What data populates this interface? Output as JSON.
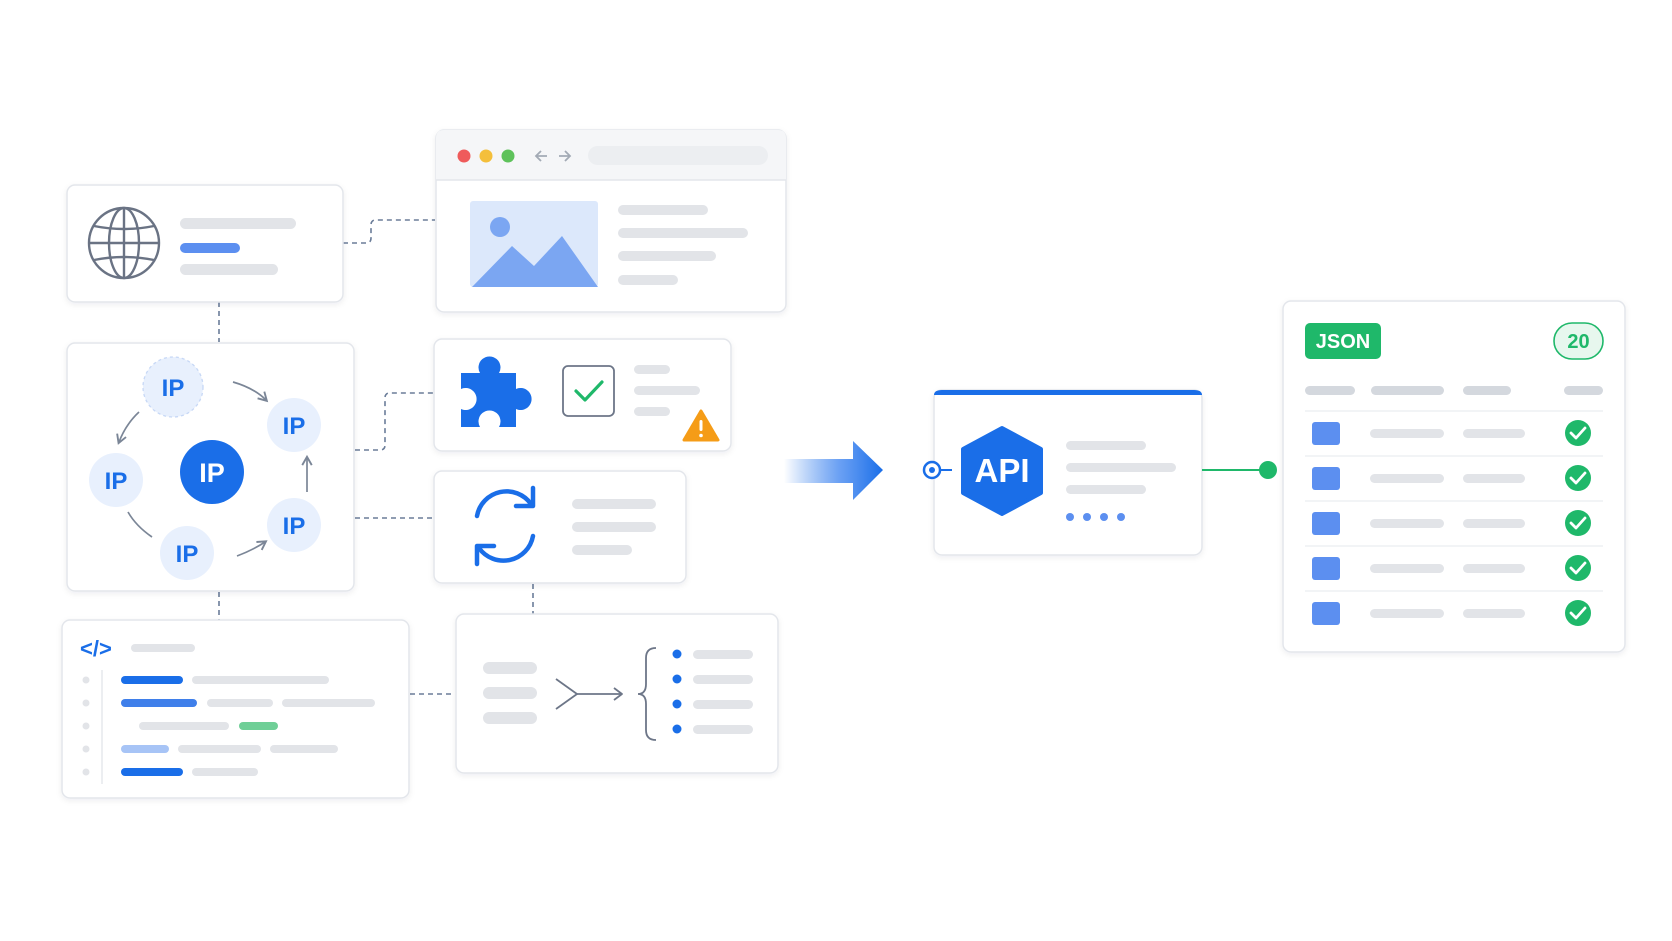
{
  "labels": {
    "ip": "IP",
    "api": "API",
    "json": "JSON",
    "count": "20",
    "code": "</>"
  },
  "colors": {
    "primary_blue": "#1a6ee8",
    "light_blue": "#e8f0fd",
    "green": "#1fb86a",
    "warning_orange": "#f59c17",
    "card_border": "#e3e6eb",
    "placeholder_gray": "#e2e4e8",
    "dash_gray": "#6b7d99"
  },
  "icons": {
    "globe": "globe-icon",
    "image": "image-placeholder-icon",
    "puzzle": "puzzle-piece-icon",
    "checkbox": "checkbox-icon",
    "warning": "warning-icon",
    "refresh": "refresh-icon",
    "code": "code-icon",
    "arrow": "arrow-right-icon",
    "check": "check-circle-icon"
  }
}
